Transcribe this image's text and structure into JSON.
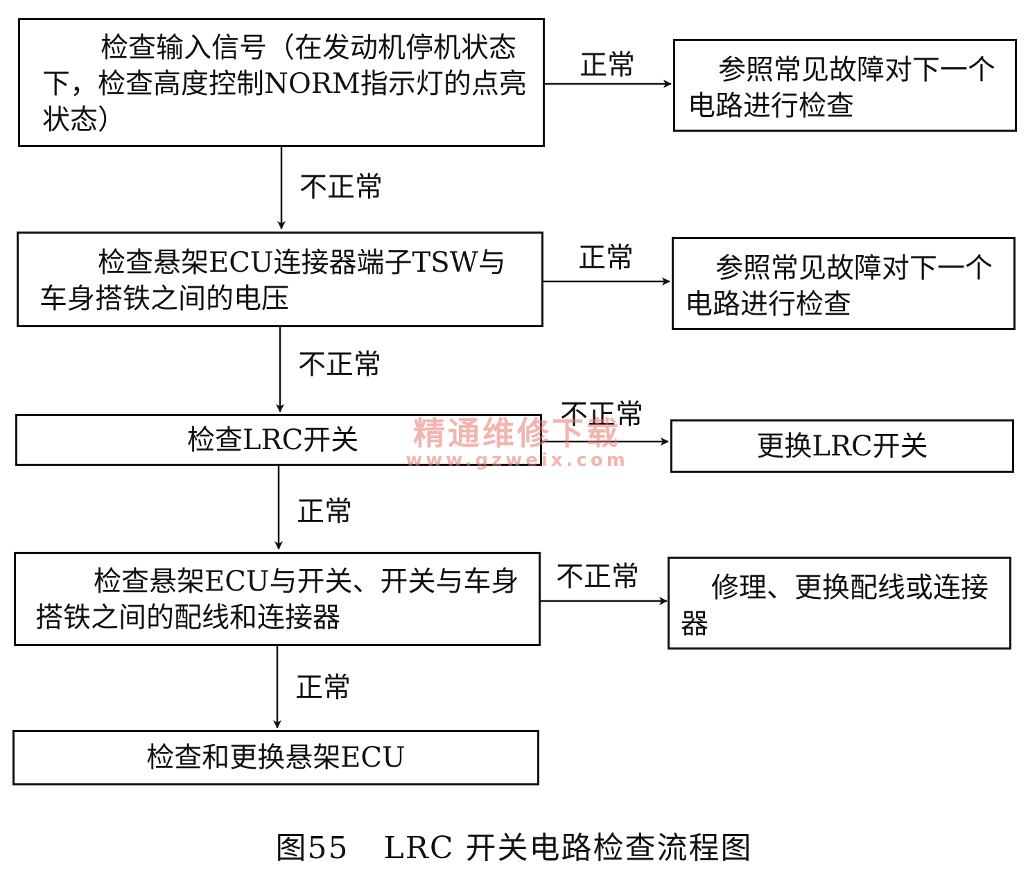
{
  "nodes": {
    "check_input_signal": "检查输入信号（在发动机停机状态下，检查高度控制NORM指示灯的点亮状态）",
    "refer_next_circuit_1": "参照常见故障对下一个电路进行检查",
    "check_tsw_voltage": "检查悬架ECU连接器端子TSW与车身搭铁之间的电压",
    "refer_next_circuit_2": "参照常见故障对下一个电路进行检查",
    "check_lrc_switch": "检查LRC开关",
    "replace_lrc_switch": "更换LRC开关",
    "check_wiring": "检查悬架ECU与开关、开关与车身搭铁之间的配线和连接器",
    "repair_wiring": "修理、更换配线或连接器",
    "check_replace_ecu": "检查和更换悬架ECU"
  },
  "edges": {
    "e1_normal": "正常",
    "e1_abnormal": "不正常",
    "e2_normal": "正常",
    "e2_abnormal": "不正常",
    "e3_abnormal": "不正常",
    "e3_normal": "正常",
    "e4_abnormal": "不正常",
    "e4_normal": "正常"
  },
  "watermark": {
    "text": "精通维修下载",
    "url": "www.gzweix.com"
  },
  "caption": {
    "number": "图55",
    "title": "LRC 开关电路检查流程图"
  }
}
